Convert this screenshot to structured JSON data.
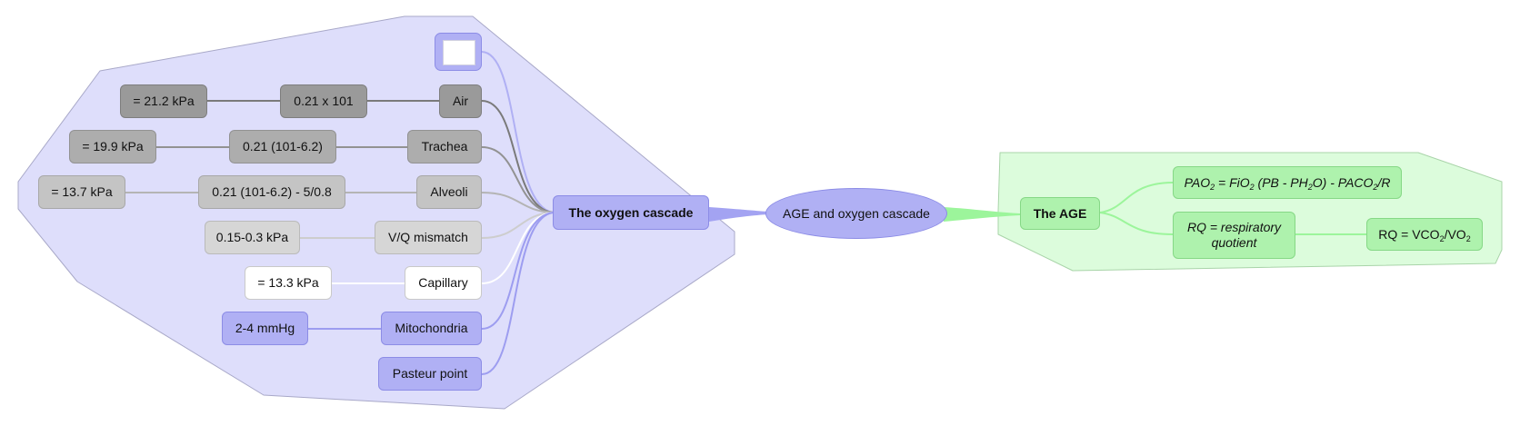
{
  "center": {
    "label": "AGE and oxygen cascade"
  },
  "left_branch": {
    "hub": "The oxygen cascade",
    "nodes": {
      "air": "Air",
      "air_formula": "0.21 x 101",
      "air_value": "= 21.2 kPa",
      "trachea": "Trachea",
      "trachea_formula": "0.21 (101-6.2)",
      "trachea_value": "= 19.9 kPa",
      "alveoli": "Alveoli",
      "alveoli_formula": "0.21 (101-6.2) - 5/0.8",
      "alveoli_value": "= 13.7 kPa",
      "vq": "V/Q mismatch",
      "vq_value": "0.15-0.3 kPa",
      "capillary": "Capillary",
      "capillary_value": "= 13.3 kPa",
      "mito": "Mitochondria",
      "mito_value": "2-4 mmHg",
      "pasteur": "Pasteur point"
    }
  },
  "right_branch": {
    "hub": "The AGE",
    "pao2": {
      "p1": "PAO",
      "s1": "2",
      "p2": " = FiO",
      "s2": "2",
      "p3": " (PB - PH",
      "s3": "2",
      "p4": "O) - PACO",
      "s4": "2",
      "p5": "/R"
    },
    "rq_label": "RQ = respiratory quotient",
    "rq_formula": {
      "p1": "RQ = VCO",
      "s1": "2",
      "p2": "/VO",
      "s2": "2"
    }
  },
  "colors": {
    "left_region": "#dedefb",
    "right_region": "#dcfcdc",
    "blue": "#b0b0f4",
    "green": "#aef2ad"
  }
}
